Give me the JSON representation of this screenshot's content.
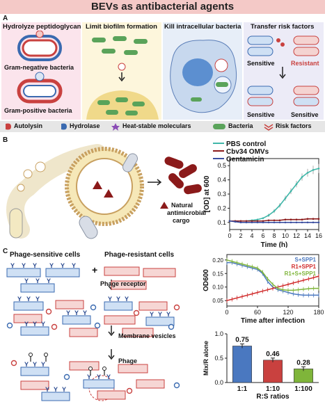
{
  "header": {
    "title": "BEVs as antibacterial agents"
  },
  "panel_a": {
    "label": "A",
    "titles": [
      "Hydrolyze peptidoglycan",
      "Limit biofilm formation",
      "Kill intracellular bacteria",
      "Transfer risk factors"
    ],
    "gram_negative": "Gram-negative bacteria",
    "gram_positive": "Gram-positive bacteria",
    "sensitive": "Sensitive",
    "resistant": "Resistant",
    "legend": [
      "Autolysin",
      "Hydrolase",
      "Heat-stable moleculars",
      "Bacteria",
      "Risk factors"
    ],
    "colors": {
      "panel1": "#fbe4ec",
      "panel2": "#fdf6dc",
      "panel3": "#e7eef8",
      "panel4": "#ecebf7",
      "legend_bar": "#e6e6e6"
    }
  },
  "panel_b": {
    "label": "B",
    "cargo_label_1": "Natural",
    "cargo_label_2": "antimicrobial",
    "cargo_label_3": "cargo"
  },
  "panel_c": {
    "label": "C",
    "phage_sensitive": "Phage-sensitive cells",
    "phage_resistant": "Phage-resistant cells",
    "plus": "+",
    "phage_receptor": "Phage receptor",
    "membrane_vesicles": "Membrane vesicles",
    "phage": "Phage",
    "receptor_glyph": "Y"
  },
  "chart_data": [
    {
      "type": "line",
      "xlabel": "Time (h)",
      "ylabel": "[OD] at 600",
      "xticks": [
        "0",
        "2",
        "4",
        "6",
        "8",
        "10",
        "12",
        "14",
        "16"
      ],
      "yticks": [
        "0.1",
        "0.2",
        "0.3",
        "0.4",
        "0.5"
      ],
      "xlim": [
        0,
        16
      ],
      "ylim": [
        0.05,
        0.55
      ],
      "x": [
        0,
        1,
        2,
        3,
        4,
        5,
        6,
        7,
        8,
        9,
        10,
        11,
        12,
        13,
        14,
        15,
        16
      ],
      "series": [
        {
          "name": "PBS control",
          "color": "#3fb6a8",
          "values": [
            0.11,
            0.11,
            0.11,
            0.11,
            0.115,
            0.12,
            0.13,
            0.15,
            0.18,
            0.22,
            0.27,
            0.32,
            0.37,
            0.42,
            0.45,
            0.47,
            0.48
          ]
        },
        {
          "name": "Cbv34 OMVs",
          "color": "#8b1a1a",
          "values": [
            0.11,
            0.11,
            0.11,
            0.11,
            0.11,
            0.11,
            0.11,
            0.115,
            0.115,
            0.115,
            0.12,
            0.12,
            0.12,
            0.12,
            0.125,
            0.125,
            0.125
          ]
        },
        {
          "name": "Gentamicin",
          "color": "#3b4fa0",
          "values": [
            0.11,
            0.105,
            0.1,
            0.1,
            0.1,
            0.1,
            0.1,
            0.1,
            0.1,
            0.1,
            0.1,
            0.1,
            0.1,
            0.1,
            0.1,
            0.1,
            0.1
          ]
        }
      ]
    },
    {
      "type": "line",
      "xlabel": "Time after infection",
      "ylabel": "OD600",
      "xticks": [
        "0",
        "60",
        "120",
        "180"
      ],
      "yticks": [
        "0.05",
        "0.10",
        "0.15",
        "0.20"
      ],
      "xlim": [
        0,
        180
      ],
      "ylim": [
        0.03,
        0.22
      ],
      "x": [
        0,
        10,
        20,
        30,
        40,
        50,
        60,
        70,
        80,
        90,
        100,
        110,
        120,
        130,
        140,
        150,
        160,
        170,
        180
      ],
      "series": [
        {
          "name": "S+SPP1",
          "color": "#4a78c0",
          "values": [
            0.19,
            0.19,
            0.185,
            0.18,
            0.175,
            0.17,
            0.165,
            0.15,
            0.12,
            0.1,
            0.09,
            0.085,
            0.08,
            0.075,
            0.072,
            0.07,
            0.07,
            0.07,
            0.07
          ]
        },
        {
          "name": "R1+SPP1",
          "color": "#d02a2a",
          "values": [
            0.05,
            0.055,
            0.06,
            0.065,
            0.07,
            0.075,
            0.08,
            0.085,
            0.09,
            0.095,
            0.1,
            0.105,
            0.11,
            0.115,
            0.12,
            0.125,
            0.13,
            0.135,
            0.14
          ]
        },
        {
          "name": "R1+S+SPP1",
          "color": "#7fb53a",
          "values": [
            0.2,
            0.195,
            0.19,
            0.185,
            0.18,
            0.175,
            0.17,
            0.155,
            0.13,
            0.11,
            0.095,
            0.09,
            0.088,
            0.088,
            0.09,
            0.092,
            0.094,
            0.095,
            0.095
          ]
        }
      ]
    },
    {
      "type": "bar",
      "xlabel": "R:S ratios",
      "ylabel": "Mix/R alone",
      "categories": [
        "1:1",
        "1:10",
        "1:100"
      ],
      "values": [
        0.75,
        0.46,
        0.28
      ],
      "data_labels": [
        "0.75",
        "0.46",
        "0.28"
      ],
      "colors": [
        "#4a78c0",
        "#c9413f",
        "#7fb53a"
      ],
      "yticks": [
        "0.0",
        "0.5",
        "1.0"
      ],
      "ylim": [
        0,
        1.0
      ]
    }
  ]
}
